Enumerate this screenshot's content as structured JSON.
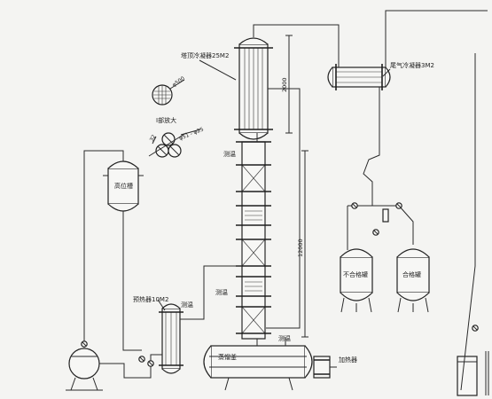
{
  "labels": {
    "tower_condenser": "塔顶冷凝器25M2",
    "tail_gas_condenser": "尾气冷凝器3M2",
    "high_tank": "高位槽",
    "preheater": "预热器10M2",
    "still": "蒸馏釜",
    "heater": "加热器",
    "unqualified_tank": "不合格罐",
    "qualified_tank": "合格罐",
    "enlarge_note": "I部放大",
    "size_500": "φ500",
    "size_pipe": "φ51 - φ25",
    "dim_32": "32",
    "dim_2000": "2000",
    "dim_12000": "12000",
    "temp_1": "测温",
    "temp_2": "测温",
    "temp_3": "测温",
    "temp_4": "测温"
  }
}
